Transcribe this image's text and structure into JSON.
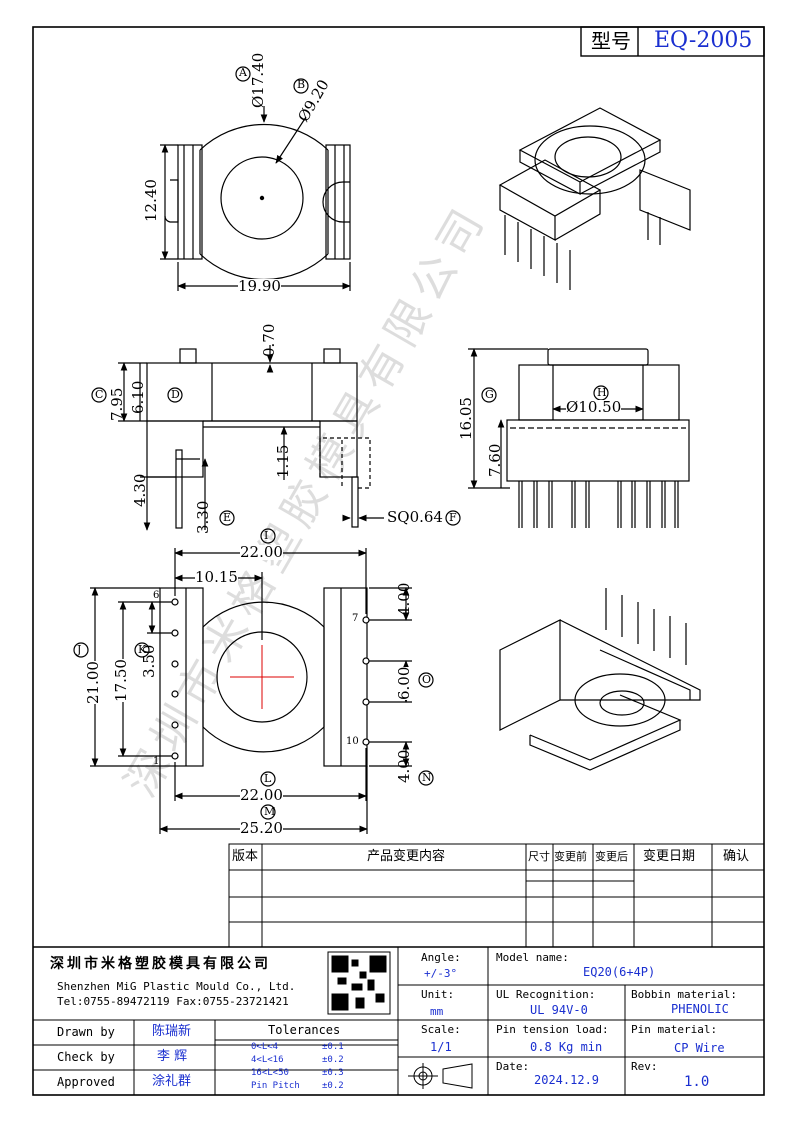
{
  "header": {
    "type_label": "型号",
    "part_number": "EQ-2005"
  },
  "watermark": "深圳市米格塑胶模具有限公司",
  "views": {
    "top": {
      "dim_a": "Ø17.40",
      "callout_a": "A",
      "dim_b": "Ø9.20",
      "callout_b": "B",
      "dim_height": "12.40",
      "dim_width": "19.90"
    },
    "front": {
      "dim_top_tab": "0.70",
      "dim_c": "7.95",
      "callout_c": "C",
      "dim_d": "6.10",
      "callout_d": "D",
      "dim_flange": "1.15",
      "dim_pin_430": "4.30",
      "dim_e": "3.30",
      "callout_e": "E",
      "dim_f": "SQ0.64",
      "callout_f": "F"
    },
    "side": {
      "dim_g": "16.05",
      "callout_g": "G",
      "dim_h": "Ø10.50",
      "callout_h": "H",
      "dim_760": "7.60"
    },
    "bottom": {
      "dim_i": "22.00",
      "callout_i": "I",
      "dim_1015": "10.15",
      "dim_j": "21.00",
      "callout_j": "J",
      "dim_k": "17.50",
      "callout_k": "K",
      "dim_350": "3.50",
      "dim_top400": "4.00",
      "dim_o": "6.00",
      "callout_o": "O",
      "dim_n": "4.00",
      "callout_n": "N",
      "dim_l": "22.00",
      "callout_l": "L",
      "dim_m": "25.20",
      "callout_m": "M",
      "pin_6": "6",
      "pin_7": "7",
      "pin_10": "10",
      "pin_1": "1"
    }
  },
  "revision_table": {
    "headers": [
      "版本",
      "产品变更内容",
      "尺寸",
      "变更前",
      "变更后",
      "变更日期",
      "确认"
    ]
  },
  "title_block": {
    "company_cn": "深圳市米格塑胶模具有限公司",
    "company_en": "Shenzhen MiG Plastic Mould Co., Ltd.",
    "contact": "Tel:0755-89472119   Fax:0755-23721421",
    "angle_label": "Angle:",
    "angle_value": "+/-3°",
    "unit_label": "Unit:",
    "unit_value": "mm",
    "scale_label": "Scale:",
    "scale_value": "1/1",
    "model_label": "Model name:",
    "model_value": "EQ20(6+4P)",
    "ul_label": "UL Recognition:",
    "ul_value": "UL 94V-0",
    "bobbin_label": "Bobbin material:",
    "bobbin_value": "PHENOLIC",
    "pin_tension_label": "Pin tension load:",
    "pin_tension_value": "0.8 Kg min",
    "pin_material_label": "Pin material:",
    "pin_material_value": "CP Wire",
    "date_label": "Date:",
    "date_value": "2024.12.9",
    "rev_label": "Rev:",
    "rev_value": "1.0",
    "drawn_by_label": "Drawn by",
    "drawn_by_value": "陈瑞新",
    "check_by_label": "Check by",
    "check_by_value": "李 辉",
    "approved_label": "Approved",
    "approved_value": "涂礼群",
    "tolerances_label": "Tolerances",
    "tolerances": [
      {
        "range": "0<L<4",
        "value": "±0.1"
      },
      {
        "range": "4<L<16",
        "value": "±0.2"
      },
      {
        "range": "16<L<50",
        "value": "±0.3"
      },
      {
        "range": "Pin Pitch",
        "value": "±0.2"
      }
    ]
  }
}
